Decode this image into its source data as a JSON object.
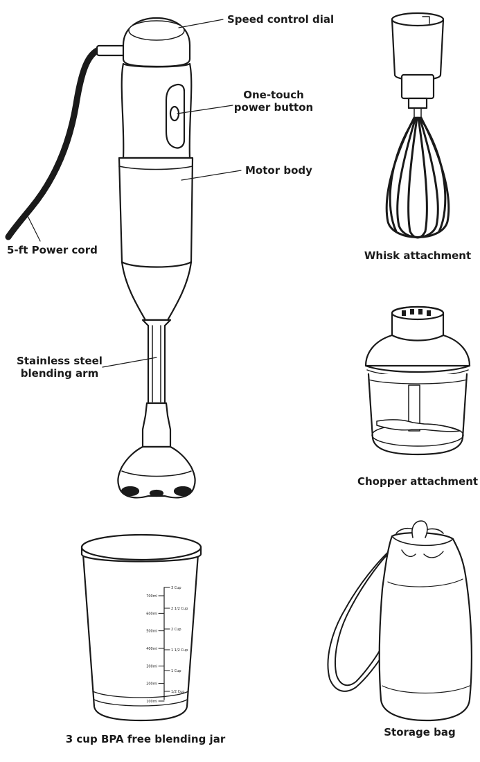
{
  "labels": {
    "speed_dial": "Speed control dial",
    "power_button_line1": "One-touch",
    "power_button_line2": "power button",
    "motor_body": "Motor body",
    "power_cord": "5-ft Power cord",
    "blending_arm_line1": "Stainless steel",
    "blending_arm_line2": "blending arm",
    "whisk": "Whisk attachment",
    "chopper": "Chopper attachment",
    "jar": "3 cup BPA free blending jar",
    "bag": "Storage bag"
  },
  "jar_scale": {
    "ml": [
      "700ml",
      "600ml",
      "500ml",
      "400ml",
      "300ml",
      "200ml",
      "100ml"
    ],
    "cups": [
      "3 Cup",
      "2 1/2 Cup",
      "2 Cup",
      "1 1/2 Cup",
      "1 Cup",
      "1/2 Cup"
    ]
  },
  "colors": {
    "stroke": "#1a1a1a",
    "fill": "#ffffff",
    "cord": "#1a1a1a"
  }
}
